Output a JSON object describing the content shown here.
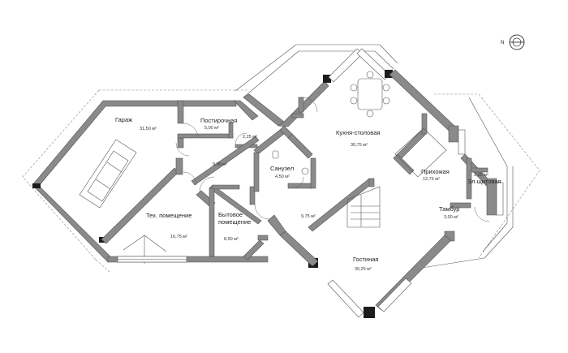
{
  "compass": {
    "letter": "N"
  },
  "area_unit": "м²",
  "rooms": [
    {
      "id": "garage",
      "name": "Гараж",
      "area": "31,50 м²"
    },
    {
      "id": "laundry",
      "name": "Постирочная",
      "area": "5,00 м²"
    },
    {
      "id": "closet",
      "name": "",
      "area": "2,25 м²"
    },
    {
      "id": "hall",
      "name": "",
      "area": "9,00 м²"
    },
    {
      "id": "bathroom",
      "name": "Санузел",
      "area": "4,50 м²"
    },
    {
      "id": "kitchen",
      "name": "Кухня-столовая",
      "area": "30,75 м²"
    },
    {
      "id": "entrance",
      "name": "Прихожая",
      "area": "12,75 м²"
    },
    {
      "id": "electrical",
      "name": "Эл.щитовая",
      "area": "2,00 м²"
    },
    {
      "id": "vestibule",
      "name": "Тамбур",
      "area": "3,00 м²"
    },
    {
      "id": "technical",
      "name": "Тех. помещение",
      "area": "16,75 м²"
    },
    {
      "id": "utility",
      "name": "Бытовое помещение",
      "area": "8,50 м²"
    },
    {
      "id": "corridor",
      "name": "",
      "area": "9,75 м²"
    },
    {
      "id": "living",
      "name": "Гостиная",
      "area": "30,25 м²"
    }
  ]
}
